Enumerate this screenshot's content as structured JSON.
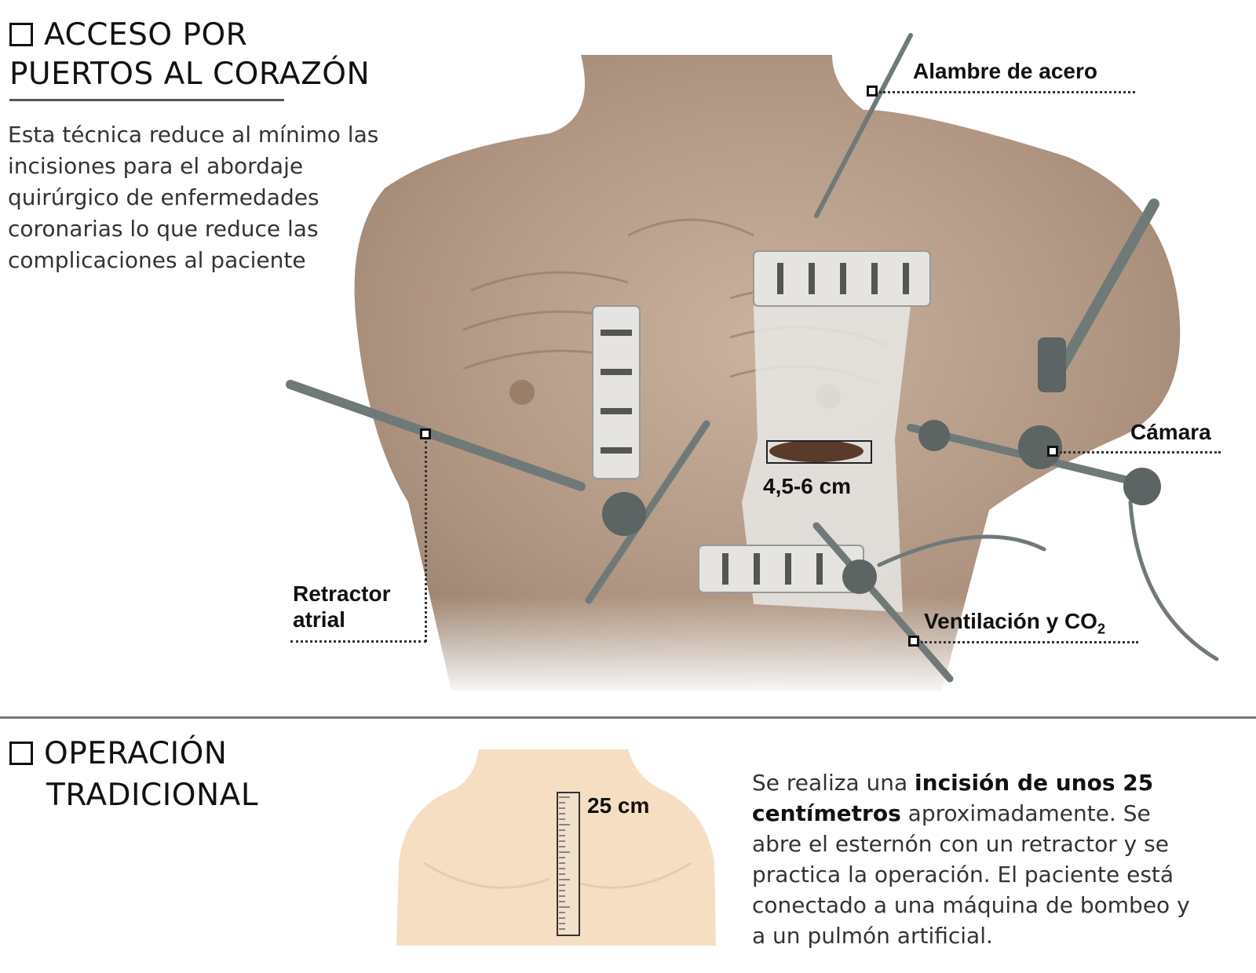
{
  "section1": {
    "title_line1": "ACCESO POR",
    "title_line2": "PUERTOS AL CORAZÓN",
    "description": "Esta técnica reduce al mínimo las incisiones para el abordaje quirúrgico de enfermedades coronarias lo que reduce las complicaciones al paciente",
    "labels": {
      "wire": "Alambre de acero",
      "camera": "Cámara",
      "retractor_line1": "Retractor",
      "retractor_line2": "atrial",
      "ventilation": "Ventilación y CO",
      "ventilation_sub": "2",
      "incision_size": "4,5-6 cm"
    }
  },
  "section2": {
    "title_line1": "OPERACIÓN",
    "title_line2": "TRADICIONAL",
    "incision_size": "25 cm",
    "desc_part1": "Se realiza una ",
    "desc_bold": "incisión de unos 25 centímetros",
    "desc_part2": " aproximadamente. Se abre el esternón con un retractor y se practica la operación. El paciente está conectado a una máquina de bombeo y a un pulmón artificial."
  },
  "colors": {
    "skin_top": "#b8a08c",
    "skin_bottom": "#f6dec3",
    "divider": "#777777"
  }
}
